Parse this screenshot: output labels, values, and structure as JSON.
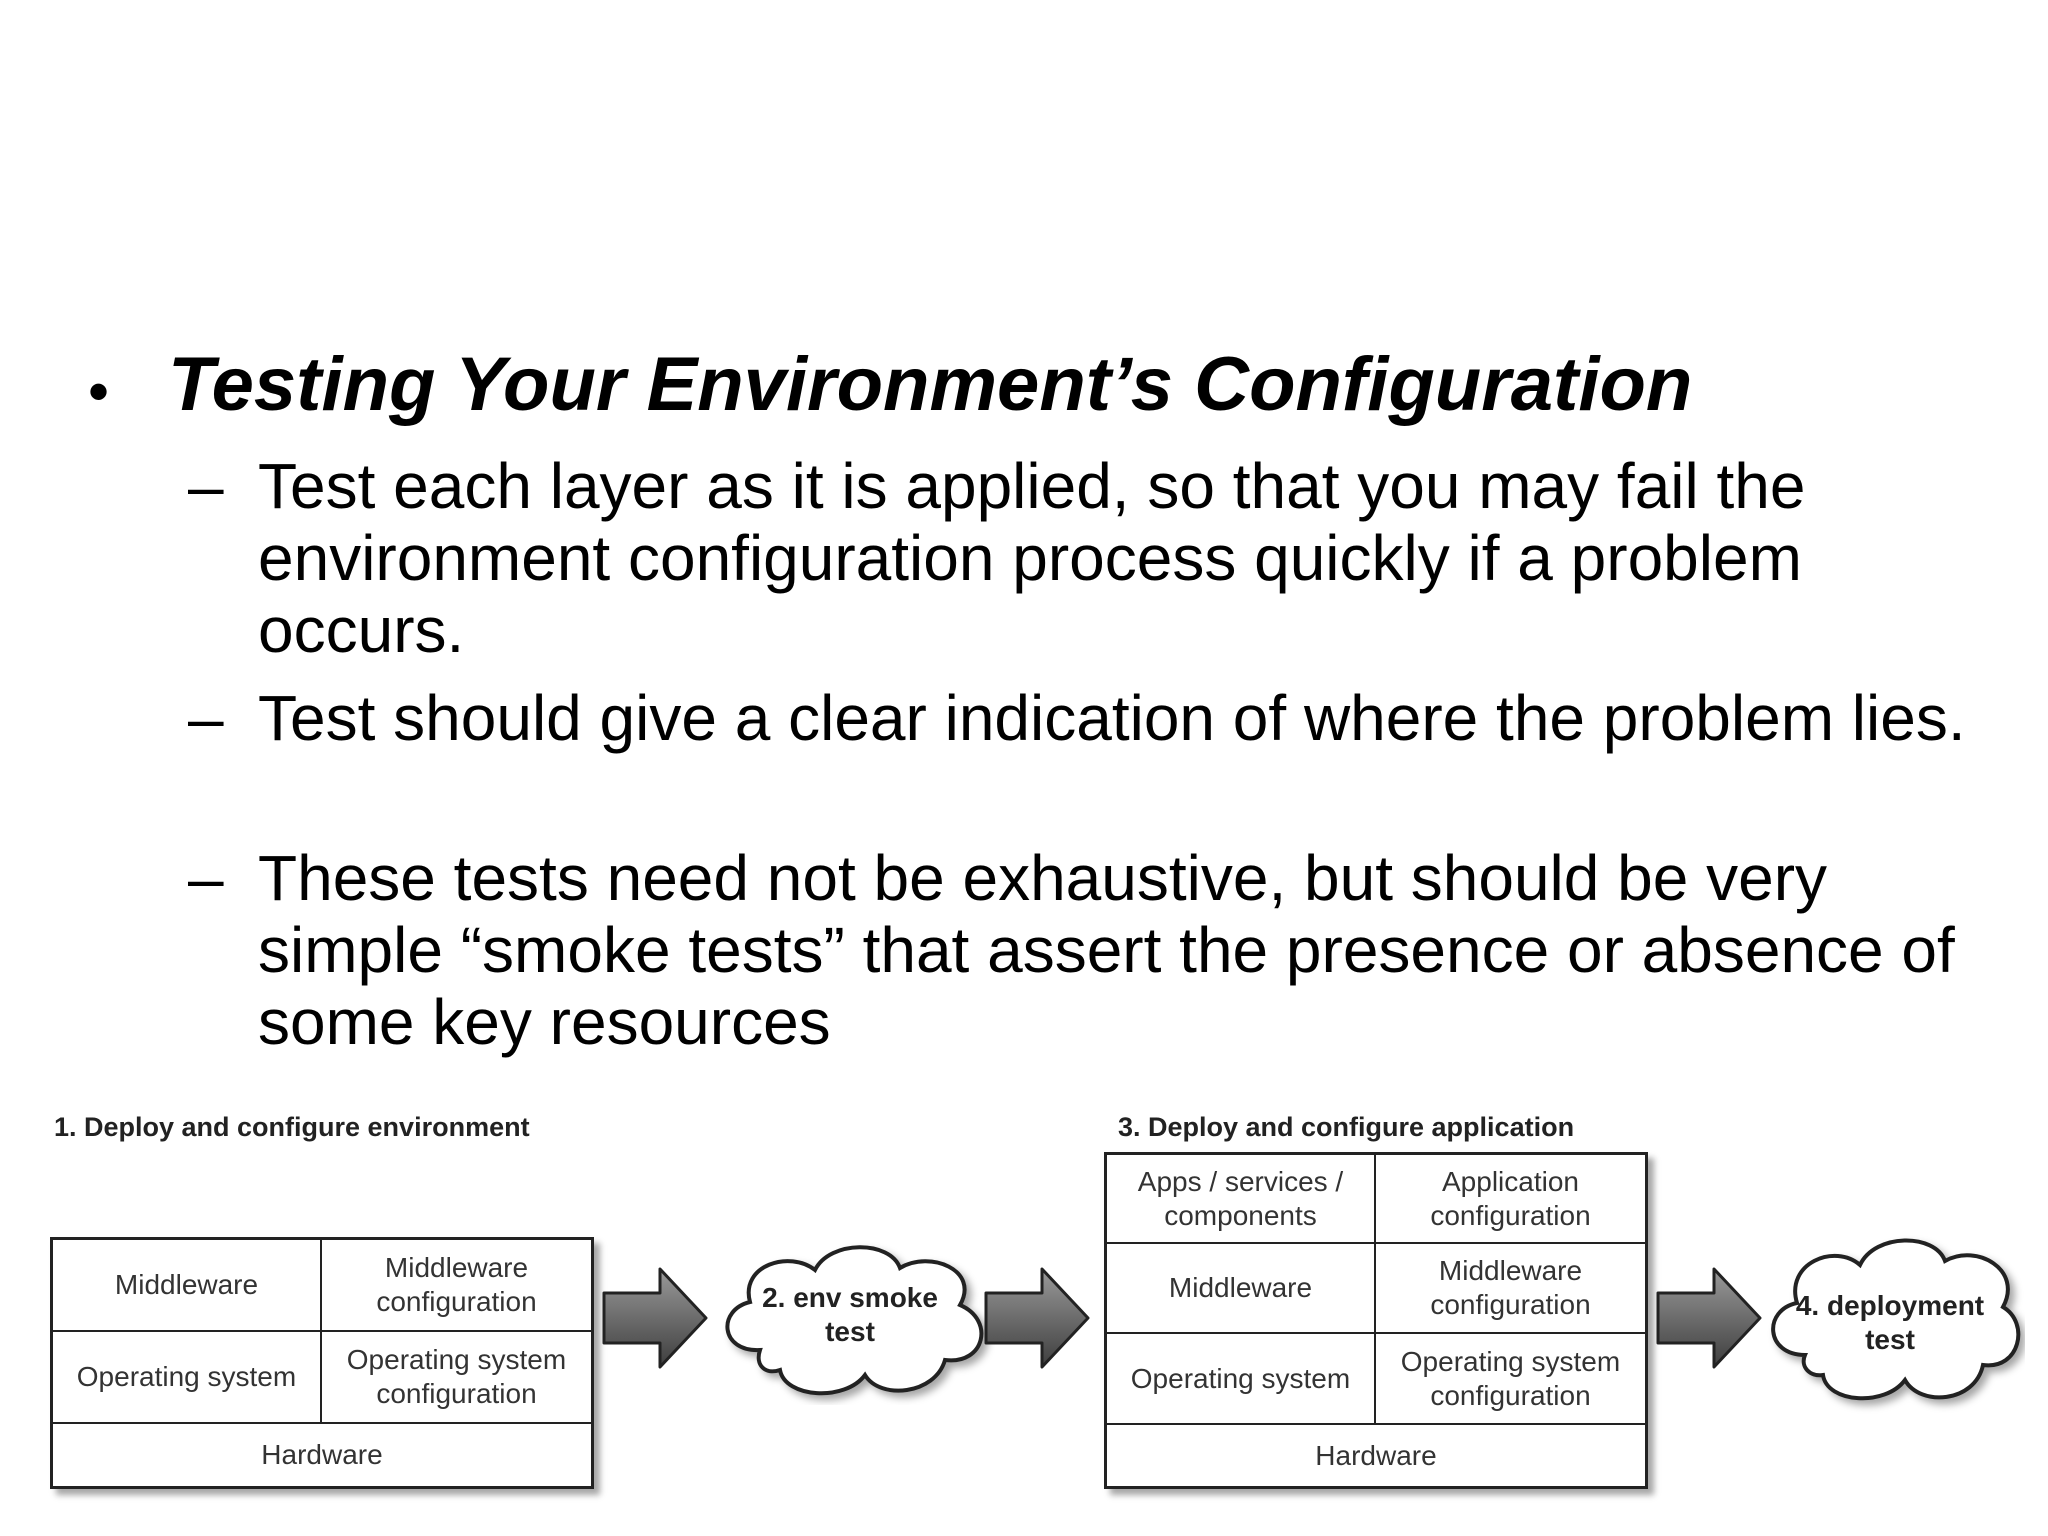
{
  "slide": {
    "heading": "Testing Your Environment’s Configuration",
    "bullet_symbol": "•",
    "dash_symbol": "–",
    "points": [
      "Test each layer as it is applied, so that you may fail the environment configuration process quickly if a problem occurs.",
      "Test should give a clear indication of where the problem lies.",
      "These tests need not be exhaustive, but should be very simple “smoke tests” that assert the presence or absence of some key resources"
    ]
  },
  "diagram": {
    "step1": {
      "caption": "1. Deploy and configure environment",
      "middleware": "Middleware",
      "middleware_config": "Middleware configuration",
      "os": "Operating system",
      "os_config": "Operating system configuration",
      "hardware": "Hardware"
    },
    "step2": {
      "label": "2. env smoke test"
    },
    "step3": {
      "caption": "3. Deploy and configure application",
      "apps": "Apps / services / components",
      "app_config": "Application configuration",
      "middleware": "Middleware",
      "middleware_config": "Middleware configuration",
      "os": "Operating system",
      "os_config": "Operating system configuration",
      "hardware": "Hardware"
    },
    "step4": {
      "label": "4. deployment test"
    }
  }
}
